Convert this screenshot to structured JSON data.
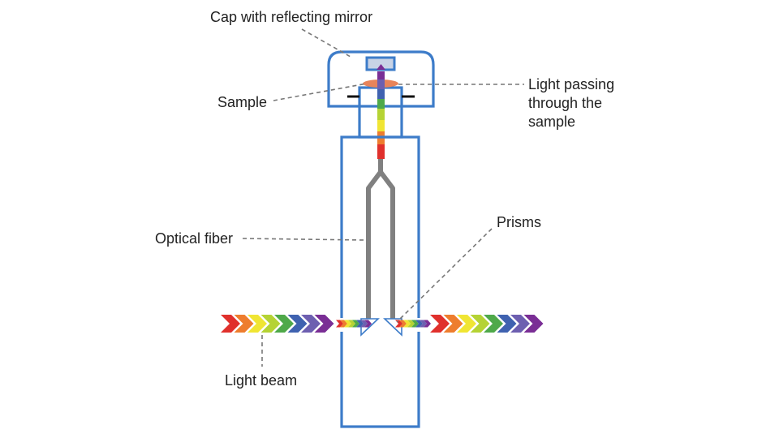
{
  "labels": {
    "cap": "Cap with reflecting mirror",
    "sample": "Sample",
    "light_passing_line1": "Light passing",
    "light_passing_line2": "through the",
    "light_passing_line3": "sample",
    "optical_fiber": "Optical fiber",
    "prisms": "Prisms",
    "light_beam": "Light beam"
  },
  "colors": {
    "housing": "#3d7cc9",
    "fiber": "#808080",
    "mirror_fill": "#c8d3e6",
    "sample": "#e8845a",
    "leader": "#777777",
    "spectrum": [
      "#e0302c",
      "#ee7d2e",
      "#f0e533",
      "#b5d334",
      "#4fa94a",
      "#3f62b0",
      "#6d5fb0",
      "#7a2e95"
    ]
  }
}
